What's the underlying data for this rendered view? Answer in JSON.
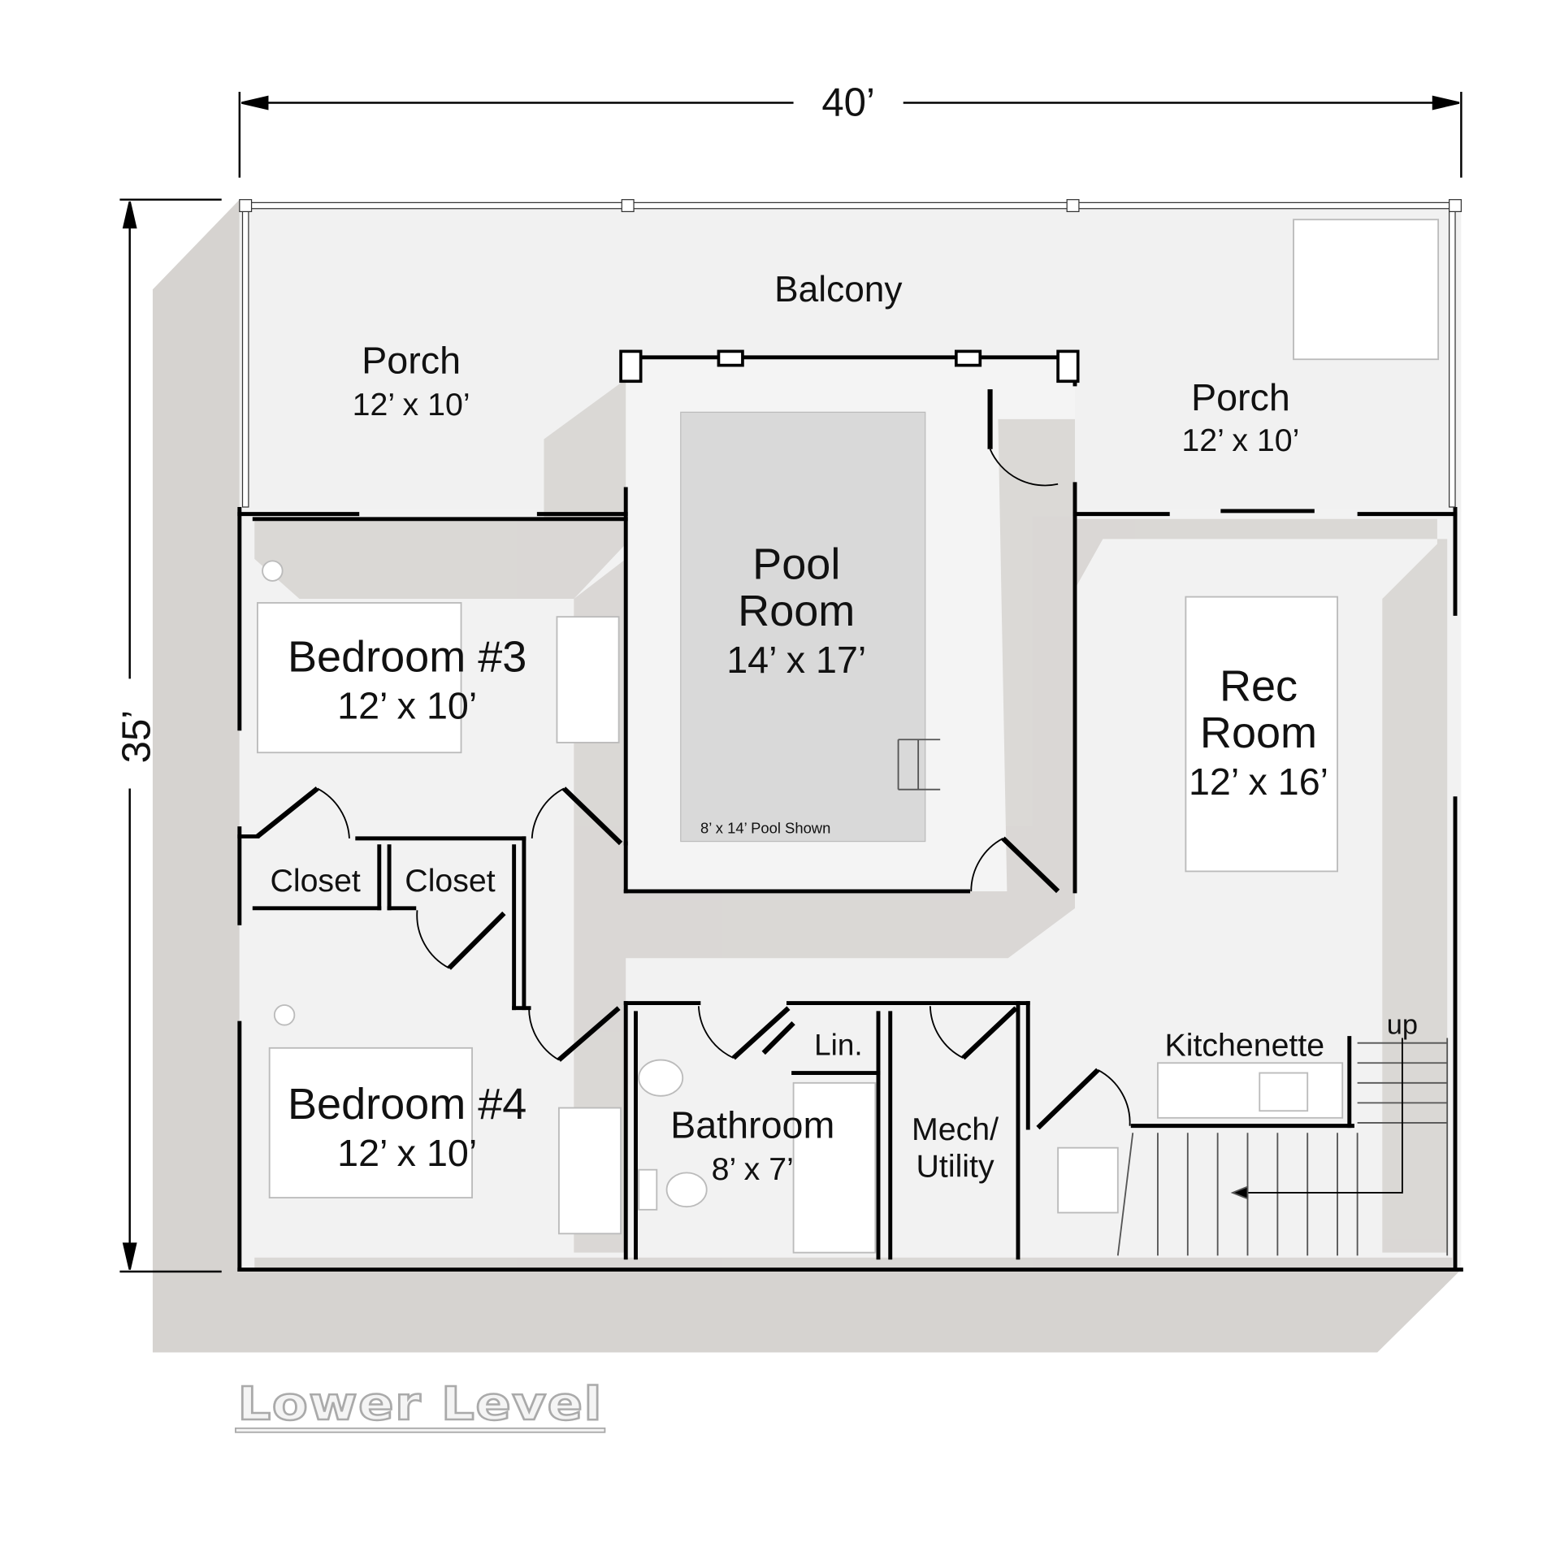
{
  "dimensions": {
    "width": "40’",
    "height": "35’"
  },
  "rooms": {
    "balcony": {
      "name": "Balcony"
    },
    "porch_left": {
      "name": "Porch",
      "size": "12’ x 10’"
    },
    "porch_right": {
      "name": "Porch",
      "size": "12’ x 10’"
    },
    "pool_room": {
      "name_line1": "Pool",
      "name_line2": "Room",
      "size": "14’ x 17’",
      "note": "8’ x 14’ Pool Shown"
    },
    "bedroom3": {
      "name": "Bedroom #3",
      "size": "12’ x 10’"
    },
    "bedroom4": {
      "name": "Bedroom #4",
      "size": "12’ x 10’"
    },
    "closet1": {
      "name": "Closet"
    },
    "closet2": {
      "name": "Closet"
    },
    "rec_room": {
      "name_line1": "Rec",
      "name_line2": "Room",
      "size": "12’ x 16’"
    },
    "linen": {
      "name": "Lin."
    },
    "bathroom": {
      "name": "Bathroom",
      "size": "8’ x 7’"
    },
    "mech": {
      "name_line1": "Mech/",
      "name_line2": "Utility"
    },
    "kitchenette": {
      "name": "Kitchenette"
    },
    "stairs": {
      "label": "up"
    }
  },
  "level_title": "Lower Level",
  "colors": {
    "shadow": "#d6d3d0",
    "floor": "#f3f3f3",
    "wall": "#000000",
    "pool": "#d9d9d9"
  }
}
